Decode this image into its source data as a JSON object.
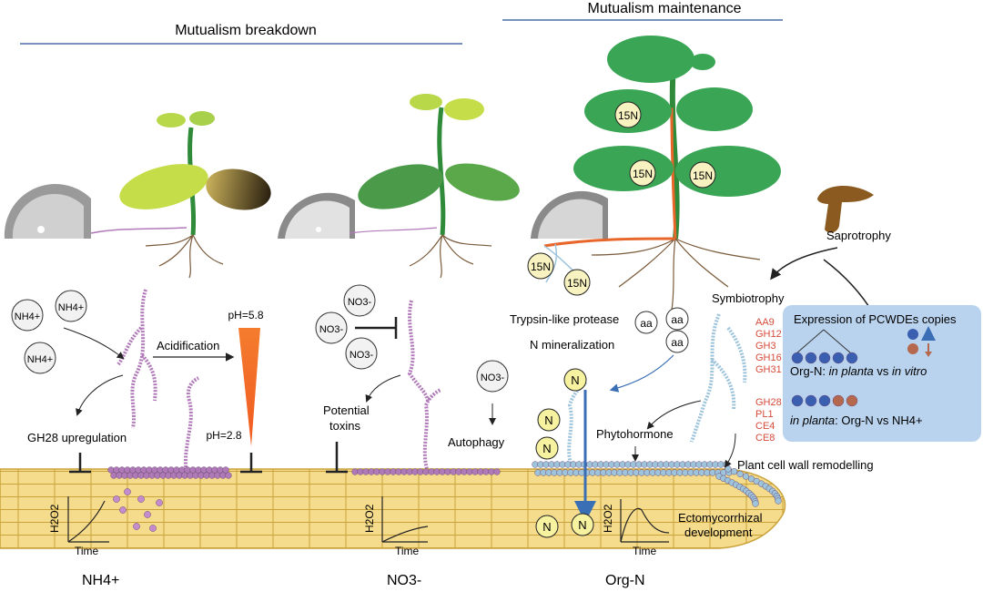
{
  "headers": {
    "left": "Mutualism breakdown",
    "right": "Mutualism maintenance"
  },
  "ions": {
    "nh4": "NH4+",
    "no3": "NO3-",
    "n15": "15N",
    "n": "N",
    "aa": "aa"
  },
  "labels": {
    "acidification": "Acidification",
    "ph_high": "pH=5.8",
    "ph_low": "pH=2.8",
    "gh28_up": "GH28 upregulation",
    "potential": "Potential",
    "toxins": "toxins",
    "autophagy": "Autophagy",
    "trypsin": "Trypsin-like protease",
    "n_mineral": "N mineralization",
    "phytohormone": "Phytohormone",
    "saprotrophy": "Saprotrophy",
    "symbiotrophy": "Symbiotrophy",
    "pcw": "Plant cell wall remodelling",
    "ecto1": "Ectomycorrhizal",
    "ecto2": "development",
    "time": "Time",
    "h2o2": "H2O2"
  },
  "enzymes_top": [
    "AA9",
    "GH12",
    "GH3",
    "GH16",
    "GH31"
  ],
  "enzymes_bottom": [
    "GH28",
    "PL1",
    "CE4",
    "CE8"
  ],
  "legend_box": {
    "title": "Expression of PCWDEs copies",
    "row1_prefix": "Org-N: ",
    "row1_italic_a": "in planta",
    "row1_mid": " vs ",
    "row1_italic_b": "in vitro",
    "row2_italic": "in planta",
    "row2_rest": ": Org-N vs NH4+"
  },
  "bottom_labels": {
    "nh4": "NH4+",
    "no3": "NO3-",
    "orgn": "Org-N"
  },
  "colors": {
    "pink_hypha": "#b07ab8",
    "blue_hypha": "#9ec4dc",
    "root_cells": "#f3d98a",
    "root_line": "#d9b24a",
    "leaf": "#3aa655",
    "orange": "#e8662a",
    "arrow_blue": "#3a6fb5",
    "legend_bg": "#b9d3ee",
    "dot_blue": "#3a5fb0",
    "dot_brown": "#b5684e",
    "enzyme_red": "#d64b3a",
    "header_line": "#4a6fa5"
  }
}
